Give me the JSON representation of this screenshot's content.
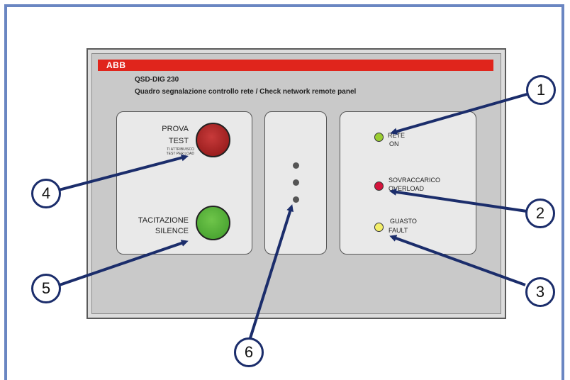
{
  "panel": {
    "brand": "ABB",
    "model": "QSD-DIG 230",
    "subtitle": "Quadro segnalazione controllo rete / Check network remote panel"
  },
  "left_box": {
    "test_label_it": "PROVA",
    "test_label_en": "TEST",
    "test_small_1": "TI ATTRIBUISCO",
    "test_small_2": "TEST PER LOAD",
    "silence_label_it": "TACITAZIONE",
    "silence_label_en": "SILENCE"
  },
  "right_box": {
    "leds": [
      {
        "label_it": "RETE",
        "label_en": "ON",
        "color": "#9acd32"
      },
      {
        "label_it": "SOVRACCARICO",
        "label_en": "OVERLOAD",
        "color": "#d4143c"
      },
      {
        "label_it": "GUASTO",
        "label_en": "FAULT",
        "color": "#f3ee6a"
      }
    ]
  },
  "colors": {
    "frame": "#6a86c2",
    "brand_red": "#e0251c",
    "arrow": "#1b2d6b",
    "test_button": "#a81e1e",
    "silence_button": "#4fb33a"
  },
  "callouts": [
    "1",
    "2",
    "3",
    "4",
    "5",
    "6"
  ]
}
